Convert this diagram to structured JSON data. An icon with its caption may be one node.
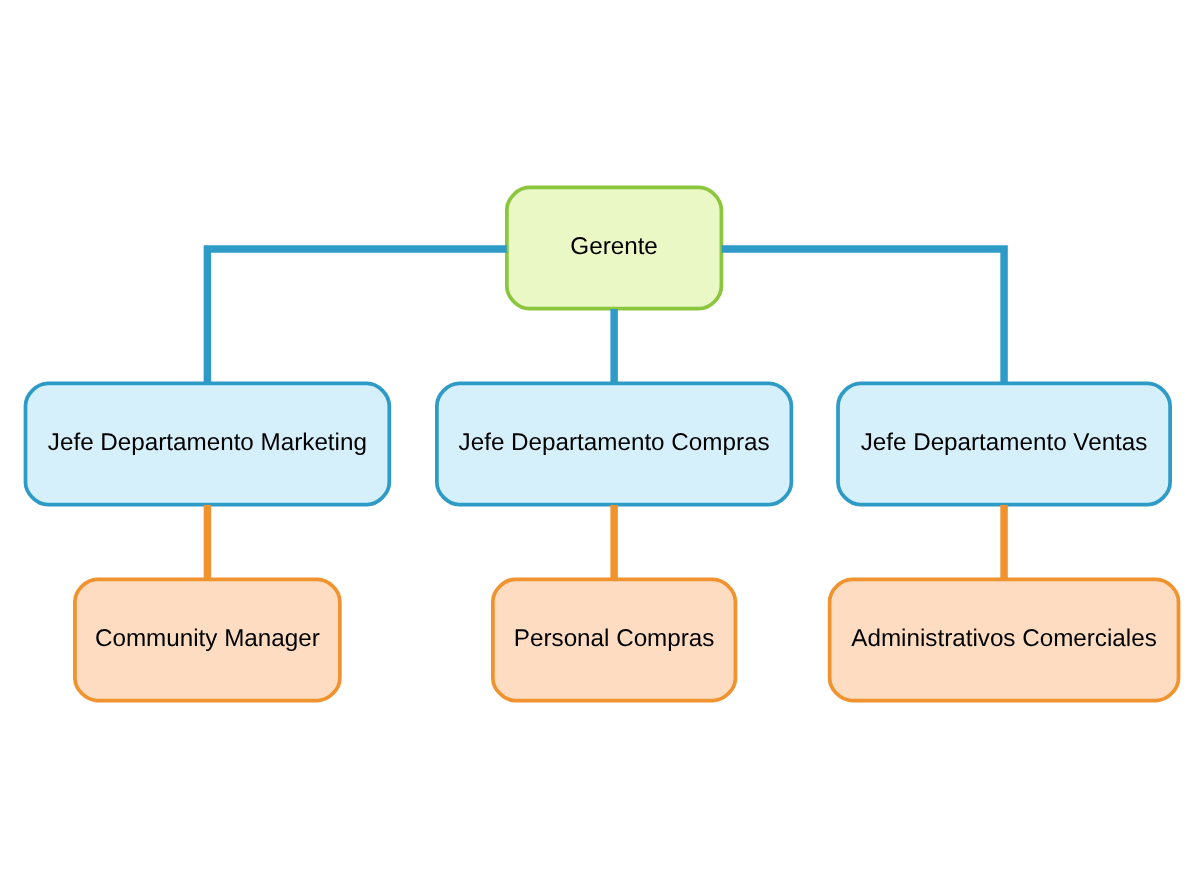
{
  "diagram": {
    "nodes": [
      {
        "text": [
          "Gerente"
        ]
      },
      {
        "text": [
          "Jefe Departamento Marketing"
        ]
      },
      {
        "text": [
          "Jefe Departamento Compras"
        ]
      },
      {
        "text": [
          "Jefe Departamento Ventas"
        ]
      },
      {
        "text": [
          "Community Manager"
        ]
      },
      {
        "text": [
          "Personal Compras"
        ]
      },
      {
        "text": [
          "Administrativos Comerciales"
        ]
      }
    ],
    "edges": [
      {
        "from": 0,
        "to": 1,
        "arrow": "none",
        "color": "#2e9bc6"
      },
      {
        "from": 0,
        "to": 2,
        "arrow": "none",
        "color": "#2e9bc6"
      },
      {
        "from": 0,
        "to": 3,
        "arrow": "none",
        "color": "#2e9bc6"
      },
      {
        "from": 1,
        "to": 4,
        "arrow": "none",
        "color": "#f0922e"
      },
      {
        "from": 2,
        "to": 5,
        "arrow": "none",
        "color": "#f0922e"
      },
      {
        "from": 3,
        "to": 6,
        "arrow": "none",
        "color": "#f0922e"
      }
    ]
  }
}
